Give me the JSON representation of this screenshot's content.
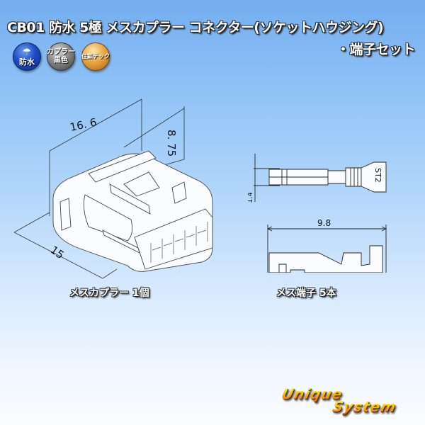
{
  "header": {
    "title_line1": "CB01 防水 5極 メスカプラー コネクター(ソケットハウジング)",
    "title_line2": "・端子セット"
  },
  "badges": [
    {
      "icon": "umbrella-icon",
      "label": "防水",
      "color": "#1f4cc4"
    },
    {
      "label_line1": "カプラー",
      "label_line2": "黒色",
      "color": "#8a8a8a"
    },
    {
      "label": "住鉱テック",
      "color": "#e8a743"
    }
  ],
  "housing_drawing": {
    "dim_length": "16. 6",
    "dim_height": "8. 75",
    "dim_width": "15",
    "caption": "メスカプラー 1個"
  },
  "terminal_drawing": {
    "dim_thickness": "1.4",
    "dim_length": "9.8",
    "stamp": "ST2",
    "caption": "メス端子 5本"
  },
  "logo": {
    "line1": "Unique",
    "line2": "System"
  },
  "colors": {
    "bg_top": "#73aef0",
    "bg_mid": "#b6d8fb",
    "bg_bottom": "#fafcff",
    "logo_yellow": "#ffd000",
    "logo_orange": "#ff8a00"
  }
}
